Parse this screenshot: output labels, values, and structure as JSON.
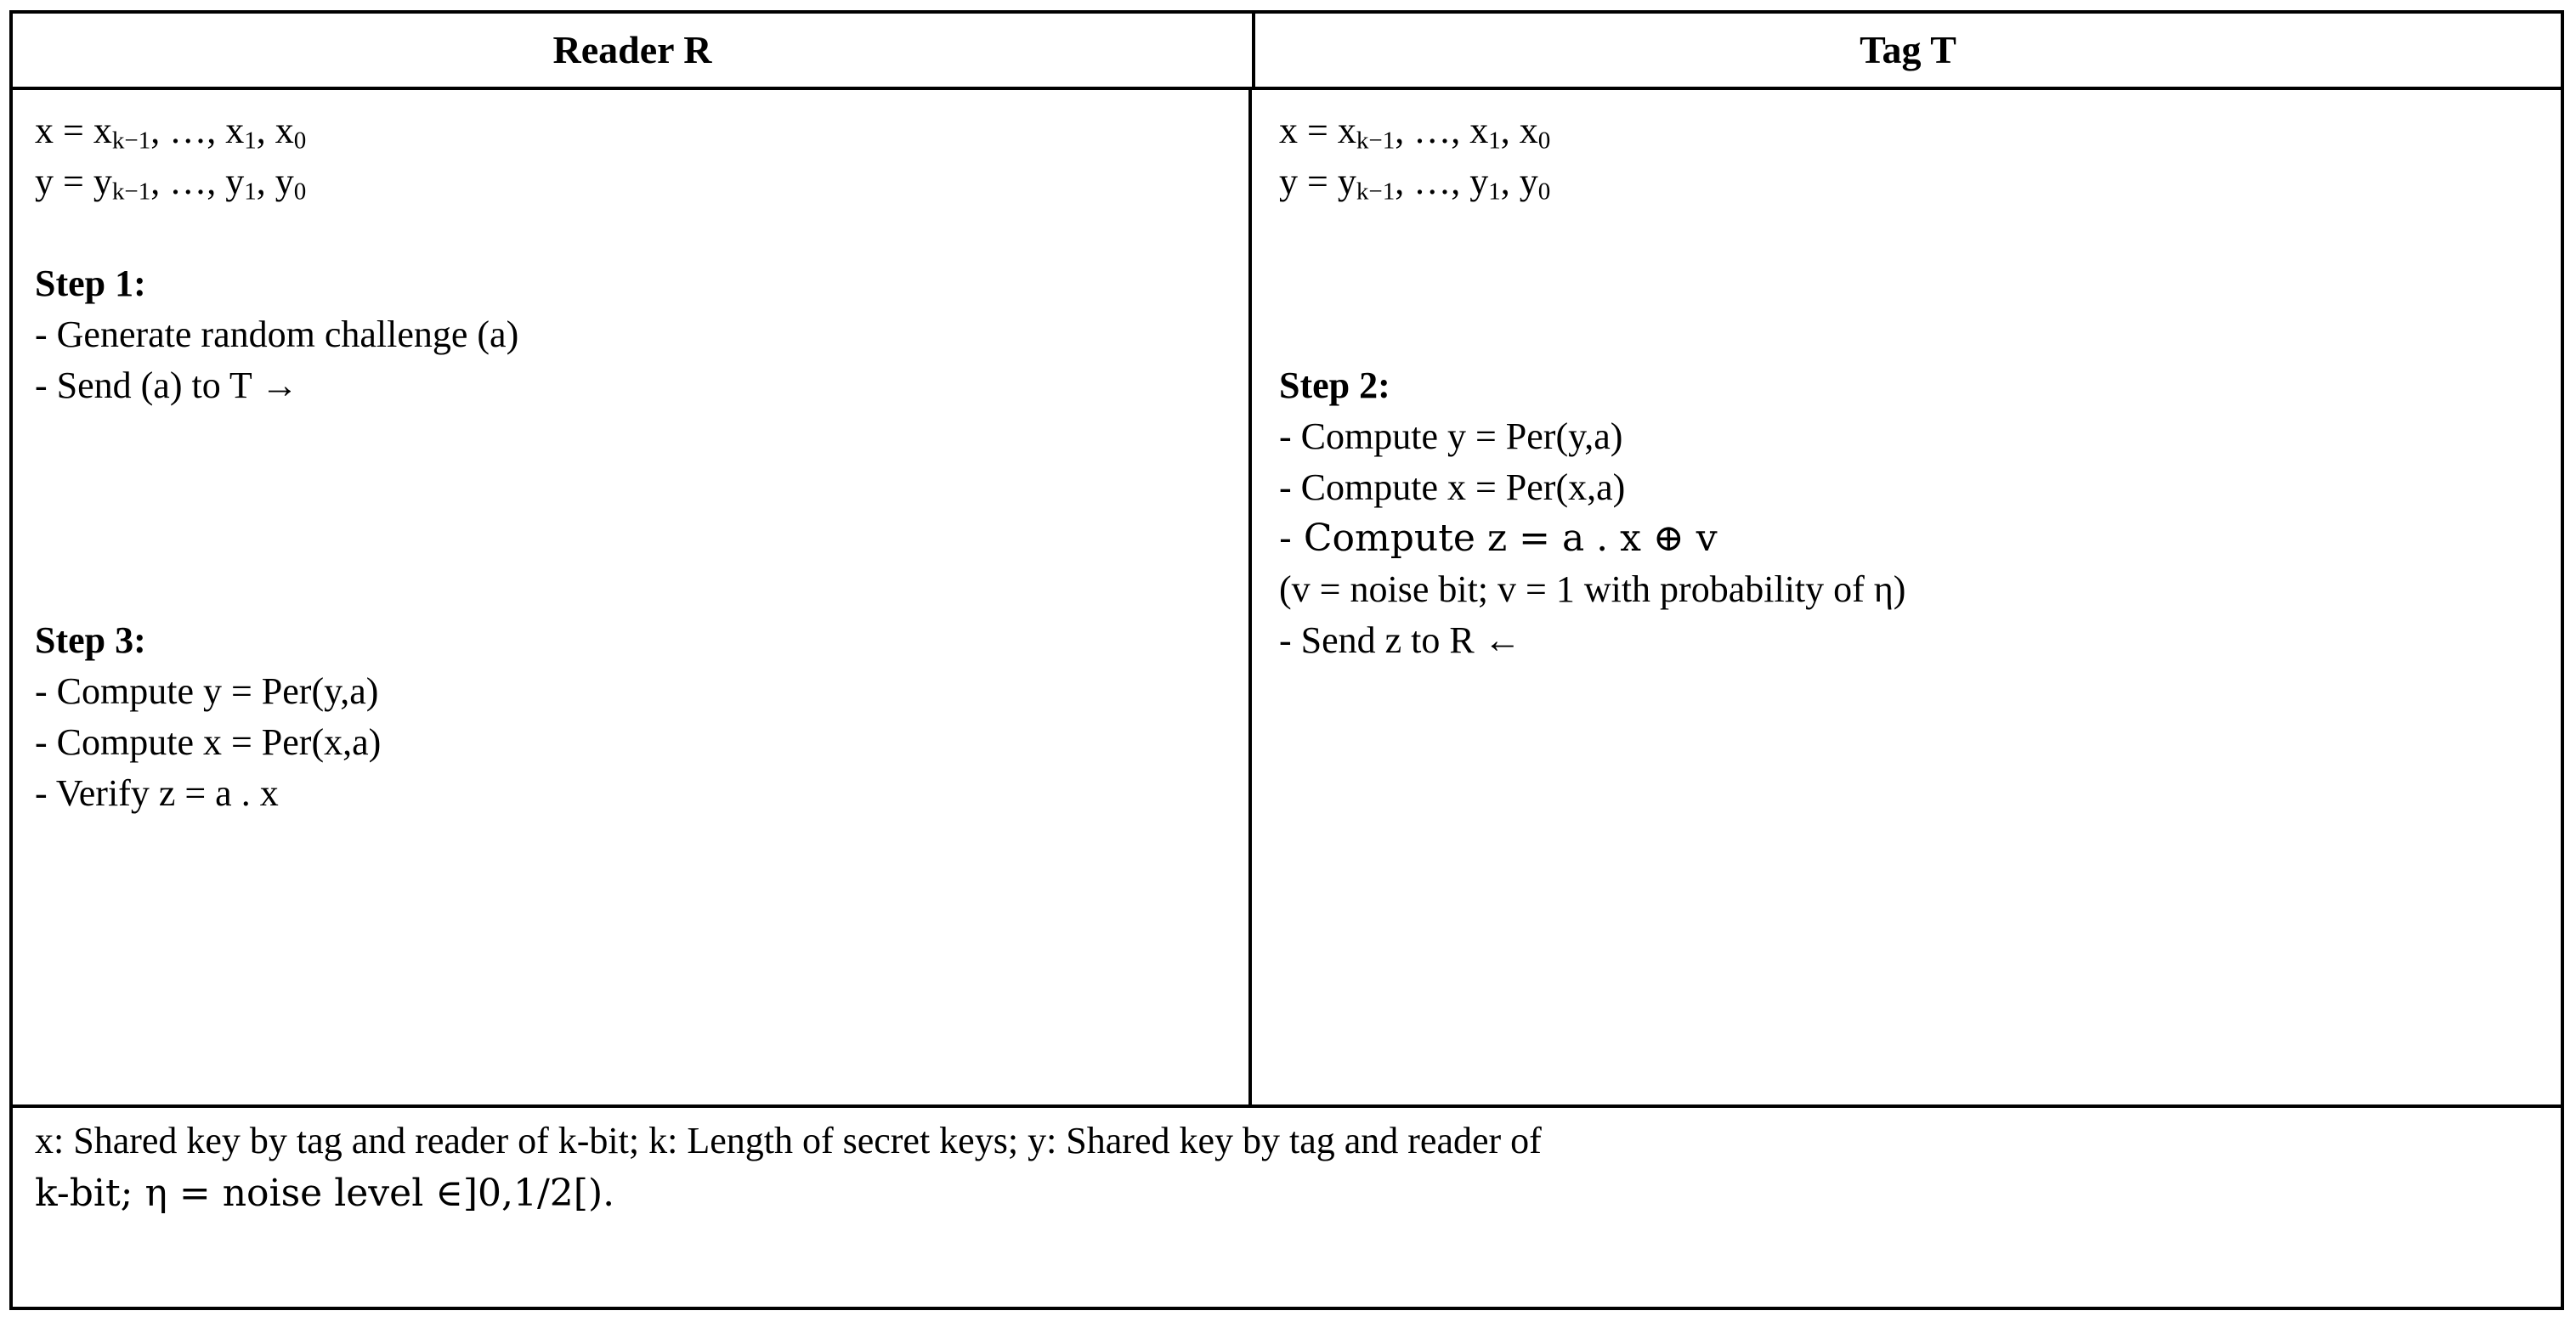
{
  "table": {
    "headers": {
      "reader": "Reader R",
      "tag": "Tag T"
    },
    "reader_column": {
      "key_defs": [
        {
          "lhs": "x = x",
          "sub1": "k−1",
          "mid": ", …, x",
          "sub2": "1",
          "mid2": ", x",
          "sub3": "0"
        },
        {
          "lhs": "y = y",
          "sub1": "k−1",
          "mid": ", …, y",
          "sub2": "1",
          "mid2": ", y",
          "sub3": "0"
        }
      ],
      "step_title": "Step 1:",
      "step_lines": [
        "- Generate random challenge (a)",
        "- Send (a) to T →"
      ],
      "step3_title": "Step 3:",
      "step3_lines": [
        "- Compute y = Per(y,a)",
        "- Compute x = Per(x,a)",
        "- Verify z = a . x"
      ]
    },
    "tag_column": {
      "key_defs": [
        {
          "lhs": "x = x",
          "sub1": "k−1",
          "mid": ", …, x",
          "sub2": "1",
          "mid2": ", x",
          "sub3": "0"
        },
        {
          "lhs": "y = y",
          "sub1": "k−1",
          "mid": ", …, y",
          "sub2": "1",
          "mid2": ", y",
          "sub3": "0"
        }
      ],
      "step_title": "Step 2:",
      "step_lines": [
        "- Compute y = Per(y,a)",
        "- Compute x = Per(x,a)",
        "- Compute z = a . x ⊕ v",
        "(v = noise bit; v = 1 with probability of η)",
        "- Send z to R ←"
      ]
    },
    "legend": [
      "x: Shared key by tag and reader of k-bit; k: Length of secret keys; y: Shared key by tag and reader of",
      "k-bit; η = noise level ∈]0,1/2[)."
    ]
  },
  "colors": {
    "border": "#000000",
    "text": "#000000",
    "background": "#ffffff"
  }
}
